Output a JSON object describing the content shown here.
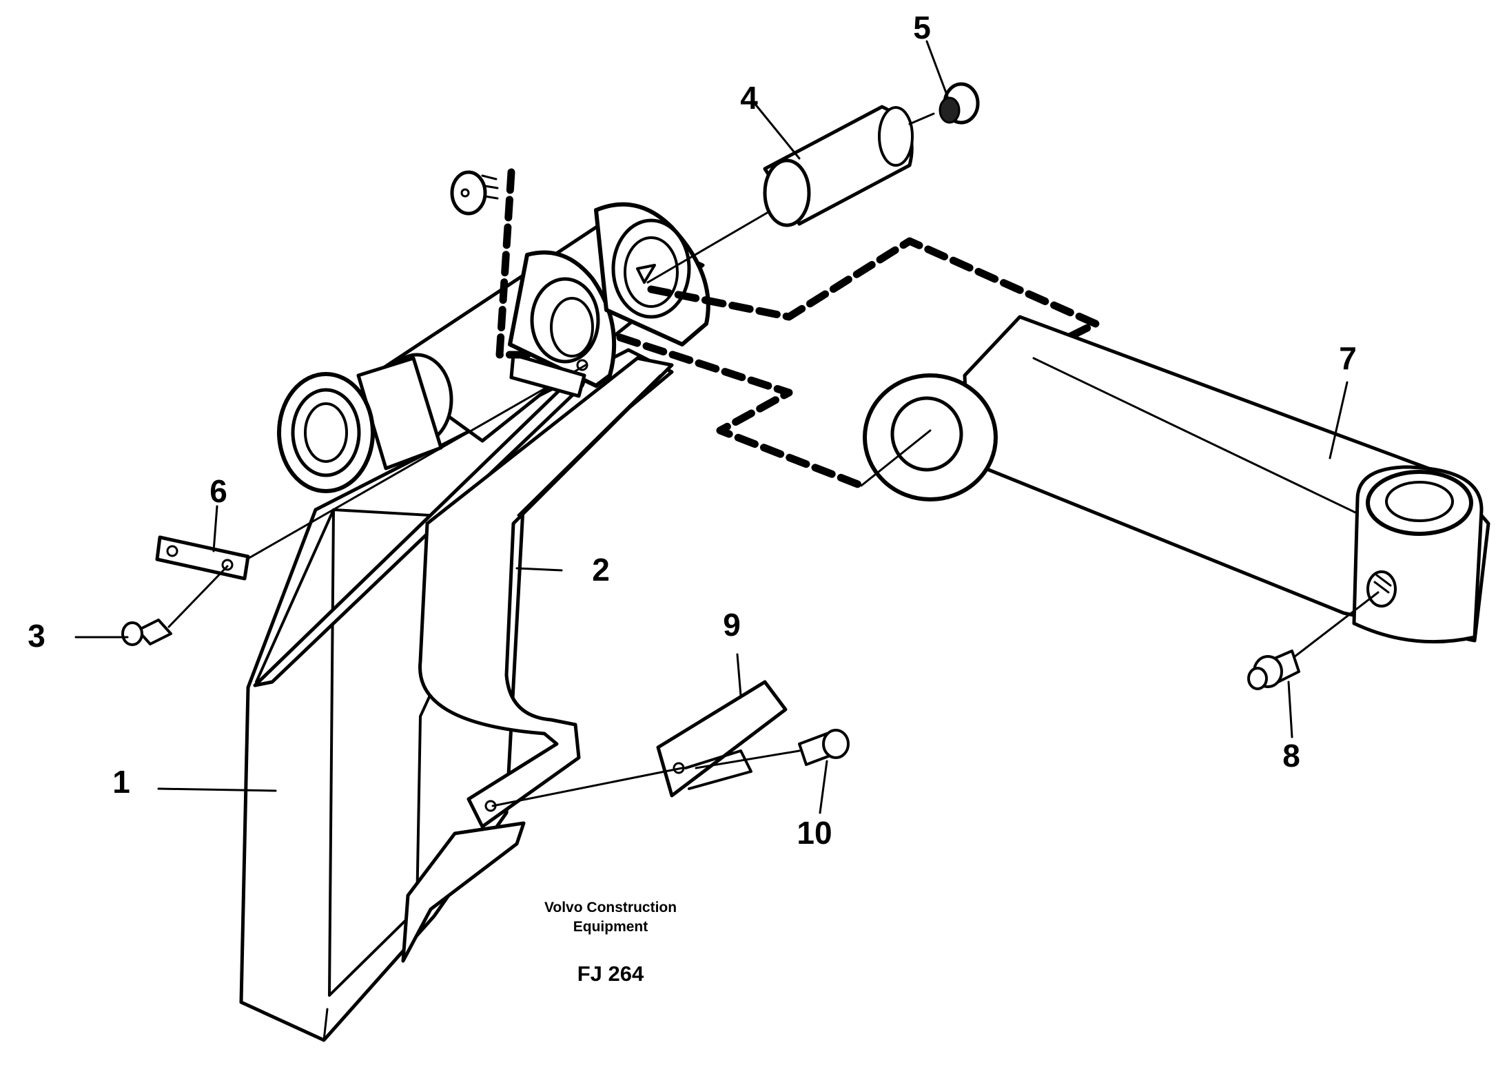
{
  "parts": [
    {
      "id": "1",
      "label": "1"
    },
    {
      "id": "2",
      "label": "2"
    },
    {
      "id": "3",
      "label": "3"
    },
    {
      "id": "4",
      "label": "4"
    },
    {
      "id": "5",
      "label": "5"
    },
    {
      "id": "6",
      "label": "6"
    },
    {
      "id": "7",
      "label": "7"
    },
    {
      "id": "8",
      "label": "8"
    },
    {
      "id": "9",
      "label": "9"
    },
    {
      "id": "10",
      "label": "10"
    }
  ],
  "caption": {
    "line1": "Volvo Construction",
    "line2": "Equipment",
    "code": "FJ 264"
  }
}
